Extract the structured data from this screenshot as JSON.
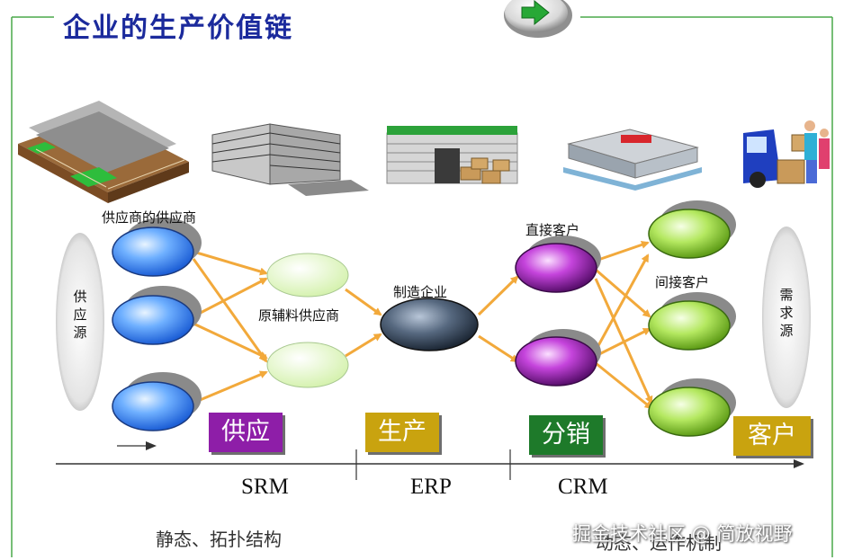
{
  "title": "企业的生产价值链",
  "labels": {
    "supplier_of_supplier": "供应商的供应商",
    "raw_material_supplier": "原辅料供应商",
    "manufacturer": "制造企业",
    "direct_customer": "直接客户",
    "indirect_customer": "间接客户",
    "supply_source": "供应源",
    "demand_source": "需求源"
  },
  "stages": [
    {
      "label": "供应",
      "color": "#8e1ea8"
    },
    {
      "label": "生产",
      "color": "#c9a30f"
    },
    {
      "label": "分销",
      "color": "#1e7a2a"
    },
    {
      "label": "客户",
      "color": "#c9a30f"
    }
  ],
  "systems": [
    "SRM",
    "ERP",
    "CRM"
  ],
  "footer": {
    "left": "静态、拓扑结构",
    "right": "动态、运作机制"
  },
  "watermark": "掘金技术社区 @ 简放视野",
  "icons": [
    "next-arrow-icon",
    "warehouse-icon",
    "office-building-icon",
    "factory-icon",
    "supermarket-icon",
    "delivery-truck-icon"
  ],
  "colors": {
    "title": "#1b2a9c",
    "frame": "#4aa84a",
    "arrow": "#f2a93b",
    "supplier_node": "#3d8ef0",
    "raw_node": "#e4f7c4",
    "manufacturer_node": "#3a4a60",
    "direct_node": "#b02cc4",
    "indirect_node": "#9fdc3c"
  }
}
